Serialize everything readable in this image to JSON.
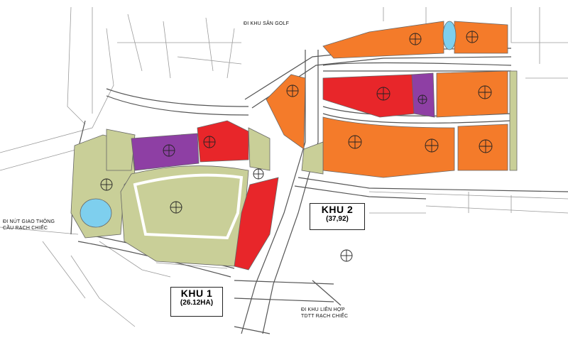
{
  "labels": {
    "golf_course": "ĐI KHU SÂN GOLF",
    "intersection": "ĐI NÚT GIAO THÔNG\nCẦU RẠCH CHIẾC",
    "transit_hub": "ĐI KHU LIÊN HỢP\nTDTT RẠCH CHIẾC"
  },
  "zones": [
    {
      "name": "KHU 1",
      "area": "(26.12HA)"
    },
    {
      "name": "KHU 2",
      "area": "(37,92)"
    }
  ],
  "colors": {
    "residential_green": "#c9cf98",
    "commercial_red": "#e8262a",
    "mixed_orange": "#f47b2a",
    "public_purple": "#8e3fa4",
    "water_blue": "#7ecfee",
    "road_line": "#555555",
    "background": "#ffffff"
  }
}
